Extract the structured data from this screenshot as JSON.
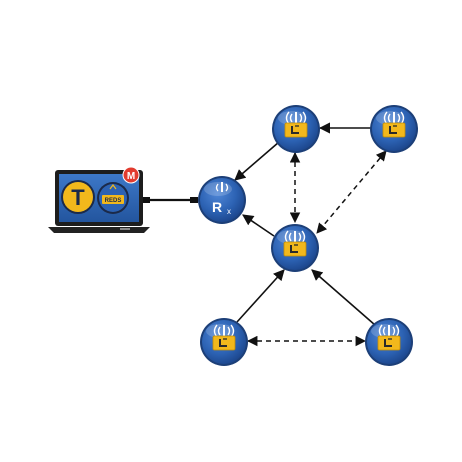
{
  "laptop": {
    "logo_letter": "T",
    "app_label": "REDS",
    "badge_letter": "M",
    "screen_color": "#2f65b5",
    "badge_color": "#e23b2e"
  },
  "receiver": {
    "label": "R",
    "subscript": "x"
  },
  "node_style": {
    "fill": "#2c62b3",
    "rim": "#1c3f78",
    "card": "#f2b81c"
  },
  "connections": [
    {
      "from": "node-top-left",
      "to": "receiver",
      "style": "solid"
    },
    {
      "from": "node-top-right",
      "to": "node-top-left",
      "style": "solid"
    },
    {
      "from": "node-center",
      "to": "receiver",
      "style": "solid"
    },
    {
      "from": "node-bottom-left",
      "to": "node-center",
      "style": "solid"
    },
    {
      "from": "node-bottom-right",
      "to": "node-center",
      "style": "solid"
    },
    {
      "from": "node-top-left",
      "to": "node-center",
      "style": "dashed-bidirectional"
    },
    {
      "from": "node-top-right",
      "to": "node-center",
      "style": "dashed-bidirectional"
    },
    {
      "from": "node-bottom-left",
      "to": "node-bottom-right",
      "style": "dashed-bidirectional"
    },
    {
      "from": "laptop",
      "to": "receiver",
      "style": "cable"
    }
  ]
}
